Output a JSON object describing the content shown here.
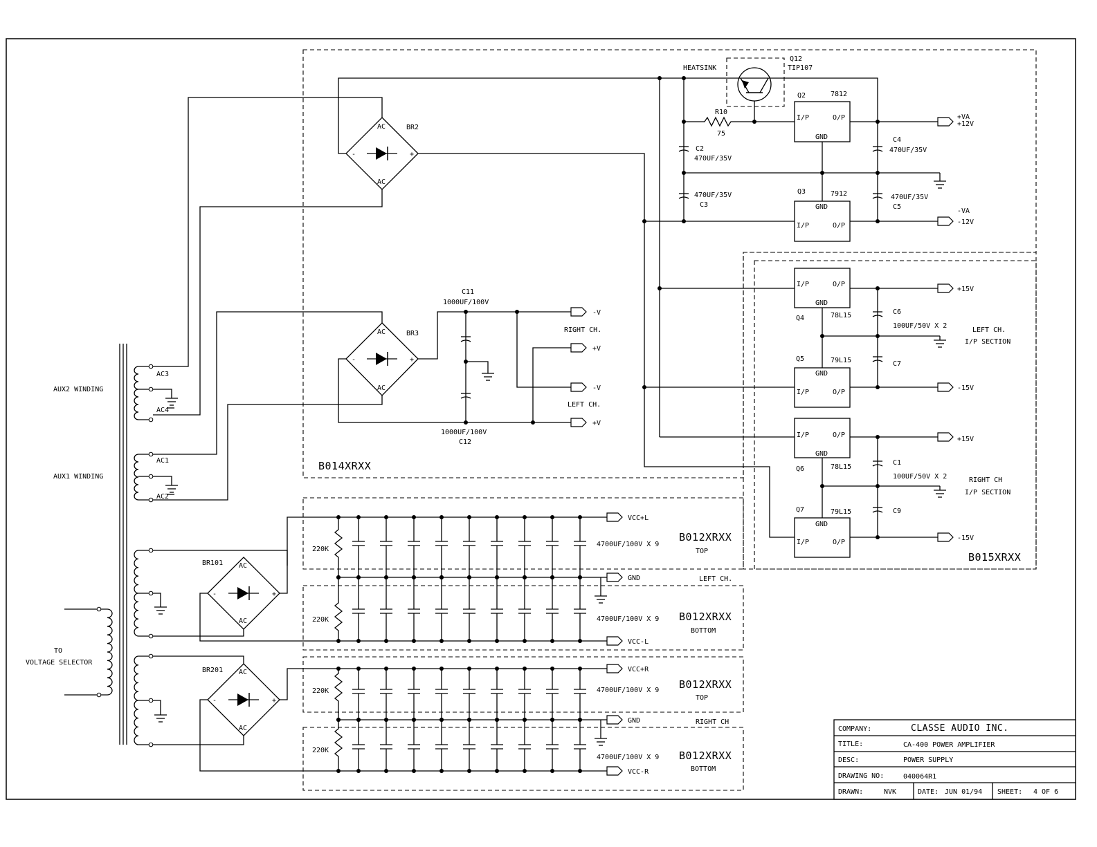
{
  "modules": {
    "b014": "B014XRXX",
    "b015": "B015XRXX",
    "b012_top_l": "B012XRXX",
    "b012_bottom_l": "B012XRXX",
    "b012_top_r": "B012XRXX",
    "b012_bottom_r": "B012XRXX",
    "top": "TOP",
    "bottom": "BOTTOM"
  },
  "transformer": {
    "aux2_winding": "AUX2 WINDING",
    "aux1_winding": "AUX1 WINDING",
    "to": "TO",
    "voltage_selector": "VOLTAGE SELECTOR",
    "ac1": "AC1",
    "ac2": "AC2",
    "ac3": "AC3",
    "ac4": "AC4"
  },
  "bridges": {
    "br2": "BR2",
    "br3": "BR3",
    "br101": "BR101",
    "br201": "BR201",
    "ac": "AC",
    "plus": "+",
    "minus": "-"
  },
  "regulator": {
    "heatsink": "HEATSINK",
    "q12": "Q12",
    "tip107": "TIP107",
    "r10": "R10",
    "r10_val": "75",
    "q2": "Q2",
    "q2_part": "7812",
    "q3": "Q3",
    "q3_part": "7912",
    "ip": "I/P",
    "op": "O/P",
    "gnd": "GND",
    "c2": "C2",
    "c2_val": "470UF/35V",
    "c3": "C3",
    "c3_val": "470UF/35V",
    "c4": "C4",
    "c4_val": "470UF/35V",
    "c5": "C5",
    "c5_val": "470UF/35V",
    "va_pos": "+VA",
    "v12_pos": "+12V",
    "va_neg": "-VA",
    "v12_neg": "-12V"
  },
  "main_supply": {
    "c11": "C11",
    "c11_val": "1000UF/100V",
    "c12": "C12",
    "c12_val": "1000UF/100V",
    "neg_v": "-V",
    "pos_v": "+V",
    "right_ch": "RIGHT CH.",
    "left_ch": "LEFT CH."
  },
  "input_section": {
    "q4": "Q4",
    "q4_part": "78L15",
    "q5": "Q5",
    "q5_part": "79L15",
    "q6": "Q6",
    "q6_part": "78L15",
    "q7": "Q7",
    "q7_part": "79L15",
    "c6": "C6",
    "c7": "C7",
    "c1": "C1",
    "c9": "C9",
    "cap_val": "100UF/50V X 2",
    "p15": "+15V",
    "n15": "-15V",
    "left_ch": "LEFT CH.",
    "right_ch": "RIGHT CH",
    "ip_section": "I/P SECTION"
  },
  "filter_bank": {
    "r220k": "220K",
    "cap_bank": "4700UF/100V X 9",
    "vcc_pos_l": "VCC+L",
    "vcc_neg_l": "VCC-L",
    "vcc_pos_r": "VCC+R",
    "vcc_neg_r": "VCC-R",
    "gnd": "GND",
    "left_ch": "LEFT CH.",
    "right_ch": "RIGHT CH"
  },
  "title_block": {
    "company_label": "COMPANY:",
    "company": "CLASSE AUDIO INC.",
    "title_label": "TITLE:",
    "title": "CA-400 POWER AMPLIFIER",
    "desc_label": "DESC:",
    "desc": "POWER SUPPLY",
    "drawing_no_label": "DRAWING NO:",
    "drawing_no": "040064R1",
    "drawn_label": "DRAWN:",
    "drawn": "NVK",
    "date_label": "DATE:",
    "date": "JUN 01/94",
    "sheet_label": "SHEET:",
    "sheet": "4 OF 6"
  }
}
